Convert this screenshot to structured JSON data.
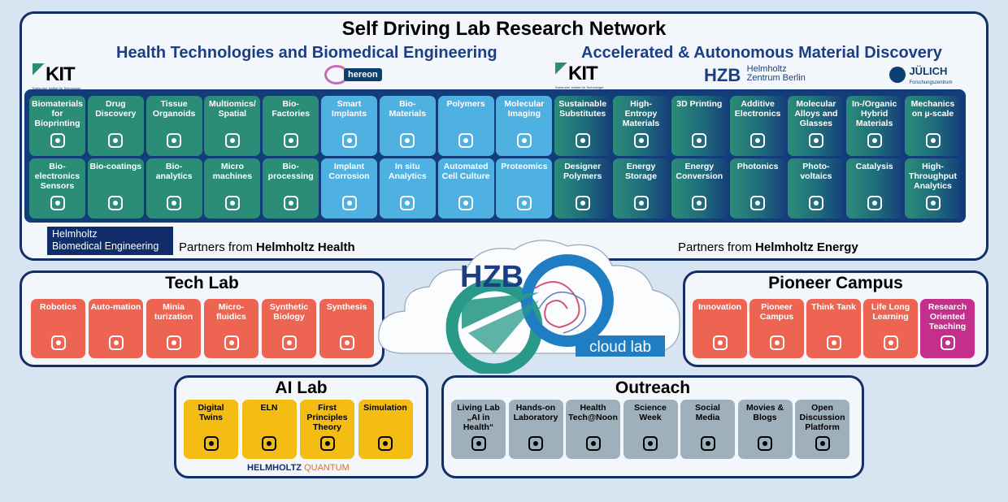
{
  "network": {
    "title": "Self Driving Lab Research Network",
    "subtitle_left": "Health Technologies and Biomedical Engineering",
    "subtitle_right": "Accelerated & Autonomous Material Discovery",
    "logos": {
      "kit_left": "KIT",
      "kit_left_sub": "Karlsruher Institut für Technologie",
      "hereon": "hereon",
      "kit_right": "KIT",
      "kit_right_sub": "Karlsruher Institut für Technologie",
      "hzb": "HZB",
      "hzb_sub1": "Helmholtz",
      "hzb_sub2": "Zentrum Berlin",
      "juelich": "JÜLICH",
      "juelich_sub": "Forschungszentrum"
    },
    "partners_health_prefix": "Partners from ",
    "partners_health_bold": "Helmholtz Health",
    "partners_energy_prefix": "Partners from ",
    "partners_energy_bold": "Helmholtz Energy",
    "hbe_line1": "Helmholtz",
    "hbe_line2": "Biomedical Engineering",
    "row1": [
      {
        "label": "Biomaterials for Bioprinting",
        "icon": "printer-icon",
        "style": "green"
      },
      {
        "label": "Drug Discovery",
        "icon": "magnifier-icon",
        "style": "green"
      },
      {
        "label": "Tissue Organoids",
        "icon": "heart-icon",
        "style": "green"
      },
      {
        "label": "Multiomics/ Spatial",
        "icon": "dna-icon",
        "style": "green"
      },
      {
        "label": "Bio-Factories",
        "icon": "bacteria-icon",
        "style": "green"
      },
      {
        "label": "Smart Implants",
        "icon": "tooth-implant-icon",
        "style": "blue"
      },
      {
        "label": "Bio-Materials",
        "icon": "leaf-icon",
        "style": "blue"
      },
      {
        "label": "Polymers",
        "icon": "molecule-icon",
        "style": "blue"
      },
      {
        "label": "Molecular Imaging",
        "icon": "microscope-icon",
        "style": "blue"
      },
      {
        "label": "Sustainable Substitutes",
        "icon": "recycle-search-icon",
        "style": "gb"
      },
      {
        "label": "High-Entropy Materials",
        "icon": "cube-icon",
        "style": "gb"
      },
      {
        "label": "3D Printing",
        "icon": "3d-printer-icon",
        "style": "gb"
      },
      {
        "label": "Additive Electronics",
        "icon": "chip-icon",
        "style": "gb"
      },
      {
        "label": "Molecular Alloys and Glasses",
        "icon": "blocks-icon",
        "style": "gb"
      },
      {
        "label": "In-/Organic Hybrid Materials",
        "icon": "network-icon",
        "style": "gb"
      },
      {
        "label": "Mechanics on µ-scale",
        "icon": "flask-gear-icon",
        "style": "gb"
      }
    ],
    "row2": [
      {
        "label": "Bio-electronics Sensors",
        "icon": "sensor-chip-icon",
        "style": "green"
      },
      {
        "label": "Bio-coatings",
        "icon": "eraser-icon",
        "style": "green"
      },
      {
        "label": "Bio-analytics",
        "icon": "analytics-icon",
        "style": "green"
      },
      {
        "label": "Micro machines",
        "icon": "wireless-icon",
        "style": "green"
      },
      {
        "label": "Bio-processing",
        "icon": "gear-icon",
        "style": "green"
      },
      {
        "label": "Implant Corrosion",
        "icon": "broken-tooth-icon",
        "style": "blue"
      },
      {
        "label": "In situ Analytics",
        "icon": "bar-chart-icon",
        "style": "blue"
      },
      {
        "label": "Automated Cell Culture",
        "icon": "petri-dish-icon",
        "style": "blue"
      },
      {
        "label": "Proteomics",
        "icon": "protein-jar-icon",
        "style": "blue"
      },
      {
        "label": "Designer Polymers",
        "icon": "polymer-icon",
        "style": "gb"
      },
      {
        "label": "Energy Storage",
        "icon": "battery-icon",
        "style": "gb"
      },
      {
        "label": "Energy Conversion",
        "icon": "conversion-icon",
        "style": "gb"
      },
      {
        "label": "Photonics",
        "icon": "light-burst-icon",
        "style": "gb"
      },
      {
        "label": "Photo-voltaics",
        "icon": "solar-panel-icon",
        "style": "gb"
      },
      {
        "label": "Catalysis",
        "icon": "catalysis-icon",
        "style": "gb"
      },
      {
        "label": "High-Throughput Analytics",
        "icon": "robot-arm-icon",
        "style": "gb"
      }
    ]
  },
  "tech_lab": {
    "title": "Tech Lab",
    "items": [
      {
        "label": "Robotics",
        "icon": "robot-icon"
      },
      {
        "label": "Auto-mation",
        "icon": "robot-arm-icon"
      },
      {
        "label": "Minia turization",
        "icon": "shrink-arrows-icon"
      },
      {
        "label": "Micro-fluidics",
        "icon": "microfluidic-chip-icon"
      },
      {
        "label": "Synthetic Biology",
        "icon": "dna-icon"
      },
      {
        "label": "Synthesis",
        "icon": "flask-icon"
      }
    ]
  },
  "pioneer_campus": {
    "title": "Pioneer Campus",
    "items": [
      {
        "label": "Innovation",
        "icon": "lightbulb-icon",
        "style": "red"
      },
      {
        "label": "Pioneer Campus",
        "icon": "flag-people-icon",
        "style": "red"
      },
      {
        "label": "Think Tank",
        "icon": "thinker-icon",
        "style": "red"
      },
      {
        "label": "Life Long Learning",
        "icon": "teacher-icon",
        "style": "red"
      },
      {
        "label": "Research Oriented Teaching",
        "icon": "document-icon",
        "style": "mag"
      }
    ]
  },
  "ai_lab": {
    "title": "AI Lab",
    "footer_bold": "HELMHOLTZ",
    "footer_light": "QUANTUM",
    "items": [
      {
        "label": "Digital Twins",
        "icon": "head-gear-icon"
      },
      {
        "label": "ELN",
        "icon": "notebook-icon"
      },
      {
        "label": "First Principles Theory",
        "icon": "brain-network-icon"
      },
      {
        "label": "Simulation",
        "icon": "monitor-cube-icon"
      }
    ]
  },
  "outreach": {
    "title": "Outreach",
    "items": [
      {
        "label": "Living Lab „AI in Health“",
        "icon": "house-icon"
      },
      {
        "label": "Hands-on Laboratory",
        "icon": "hands-flask-icon"
      },
      {
        "label": "Health Tech@Noon",
        "icon": "presenter-icon"
      },
      {
        "label": "Science Week",
        "icon": "microscope-gear-icon"
      },
      {
        "label": "Social Media",
        "icon": "phone-icon"
      },
      {
        "label": "Movies & Blogs",
        "icon": "film-icon"
      },
      {
        "label": "Open Discussion Platform",
        "icon": "discussion-icon"
      }
    ]
  },
  "cloud": {
    "hzb": "HZB",
    "label": "cloud lab"
  },
  "colors": {
    "navy": "#142e66",
    "green": "#2b8c78",
    "blue": "#4fb0e2",
    "red": "#ee6452",
    "magenta": "#c42f8c",
    "yellow": "#f4bd14",
    "gray": "#9fb0bd",
    "cloud_teal": "#2a9a88",
    "cloud_blue": "#1f7ec3"
  }
}
